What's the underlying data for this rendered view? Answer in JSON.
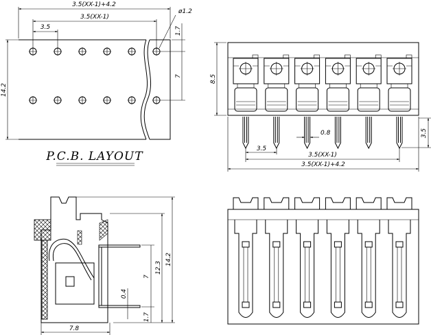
{
  "pcb_layout": {
    "title": "P.C.B. LAYOUT",
    "dim_total_width": "3.5(XX-1)+4.2",
    "dim_pitch_span": "3.5(XX-1)",
    "dim_pitch": "3.5",
    "dim_hole_dia": "ø1.2",
    "dim_height": "14.2",
    "dim_top_offset": "1.7",
    "dim_row_spacing": "7",
    "hole_columns": 6,
    "hole_rows": 2
  },
  "front_view": {
    "dim_height": "8.5",
    "dim_pin_length": "3.5",
    "dim_pin_width": "0.8",
    "dim_pitch": "3.5",
    "dim_pitch_span": "3.5(XX-1)",
    "dim_total_width": "3.5(XX-1)+4.2",
    "poles": 6
  },
  "side_view": {
    "dim_depth": "7.8",
    "dim_total_height": "14.2",
    "dim_height": "12.3",
    "dim_pin_spacing": "7",
    "dim_pin_offset": "1.7",
    "dim_pin_thickness": "0.4"
  },
  "bottom_view": {
    "poles": 6
  }
}
